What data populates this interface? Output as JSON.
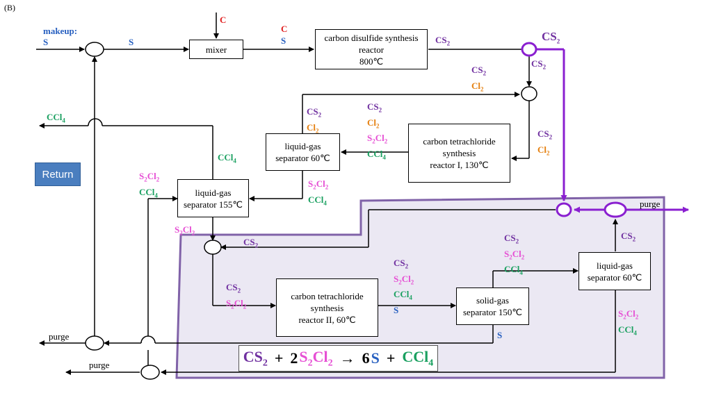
{
  "figure_label": "(B)",
  "return_button": "Return",
  "units": {
    "mixer": "mixer",
    "cs2_reactor": [
      "carbon disulfide synthesis",
      "reactor",
      "800℃"
    ],
    "ccl4_reactor1": [
      "carbon tetrachloride",
      "synthesis",
      "reactor I, 130℃"
    ],
    "lg_sep60_top": [
      "liquid-gas",
      "separator 60℃"
    ],
    "lg_sep155": [
      "liquid-gas",
      "separator 155℃"
    ],
    "ccl4_reactor2": [
      "carbon tetrachloride",
      "synthesis",
      "reactor II, 60℃"
    ],
    "sg_sep150": [
      "solid-gas",
      "separator 150℃"
    ],
    "lg_sep60_right": [
      "liquid-gas",
      "separator 60℃"
    ]
  },
  "labels": {
    "makeup": "makeup:",
    "purge": "purge",
    "CS": "CS",
    "Cl": "Cl",
    "S": "S",
    "C": "C",
    "CCl": "CCl",
    "sub2": "2",
    "sub4": "4"
  },
  "equation": {
    "coef2": "2",
    "coef6": "6",
    "plus": "+",
    "arrow": "→"
  },
  "colors": {
    "CS2": "#7030a0",
    "Cl2": "#e58010",
    "S2Cl2": "#e64fd4",
    "CCl4": "#1aa060",
    "S": "#2860c0",
    "C": "#e02020",
    "recycle_line": "#8a1fd0",
    "region_fill": "#ebe8f3",
    "region_border": "#8062a8"
  }
}
